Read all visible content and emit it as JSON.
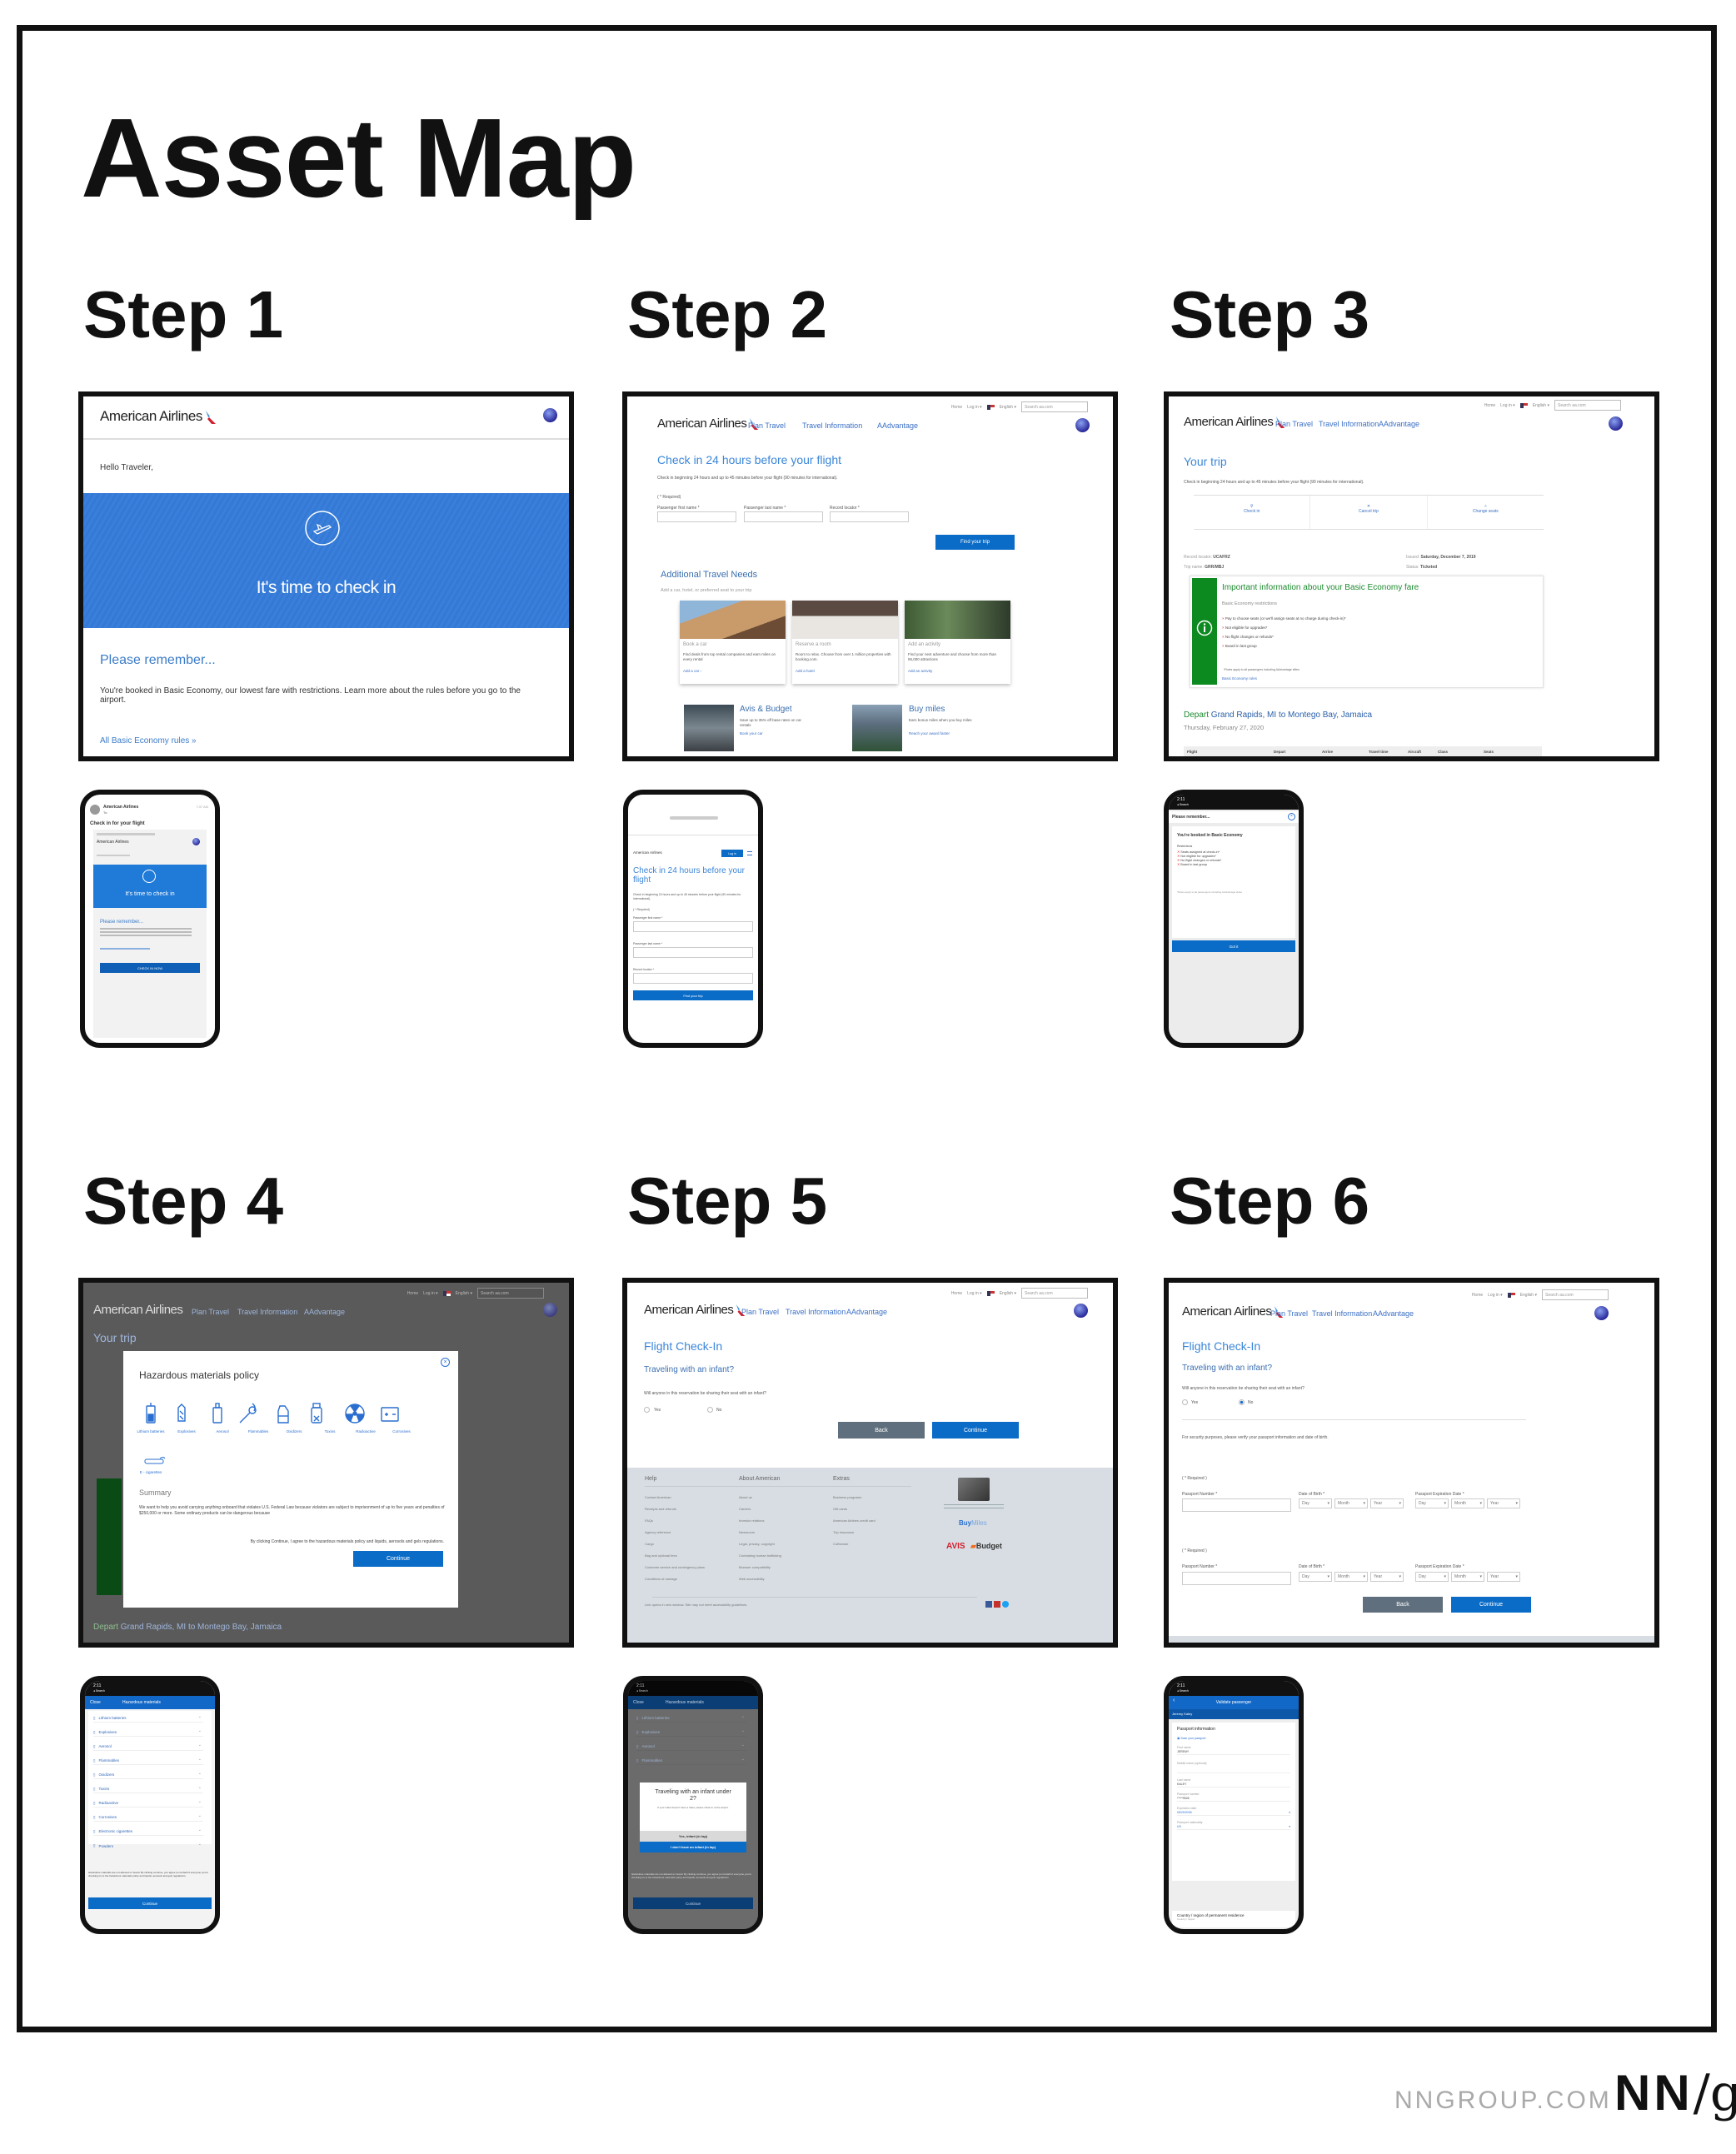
{
  "title": "Asset Map",
  "steps": [
    "Step 1",
    "Step 2",
    "Step 3",
    "Step 4",
    "Step 5",
    "Step 6"
  ],
  "aa": {
    "brand": "American Airlines",
    "nav": [
      "Plan Travel",
      "Travel Information",
      "AAdvantage"
    ],
    "util": [
      "Home",
      "Log in ▾",
      "English ▾"
    ],
    "search_placeholder": "Search aa.com"
  },
  "step1": {
    "greeting": "Hello Traveler,",
    "hero": "It's time to check in",
    "remember": "Please remember...",
    "body": "You're booked in Basic Economy, our lowest fare with restrictions. Learn more about the rules before you go to the airport.",
    "link": "All Basic Economy rules »",
    "phone": {
      "sender": "American Airlines",
      "to": "To:",
      "time": "7:37 AM",
      "subject": "Check in for your flight",
      "cta": "CHECK IN NOW"
    }
  },
  "step2": {
    "heading": "Check in 24 hours before your flight",
    "sub": "Check in beginning 24 hours and up to 45 minutes before your flight (90 minutes for international).",
    "required": "( * Required)",
    "fields": [
      "Passenger first name *",
      "Passenger last name *",
      "Record locator *"
    ],
    "find": "Find your trip",
    "needs_title": "Additional Travel Needs",
    "needs_sub": "Add a car, hotel, or preferred seat to your trip",
    "cards": [
      {
        "title": "Book a car",
        "text": "Find deals from top rental companies and earn miles on every rental",
        "link": "Add a car ›"
      },
      {
        "title": "Reserve a room",
        "text": "Room to relax. Choose from over 1 million properties with booking.com.",
        "link": "Add a hotel"
      },
      {
        "title": "Add an activity",
        "text": "Find your next adventure and choose from more than 55,000 attractions",
        "link": "Add an activity"
      }
    ],
    "promos": [
      {
        "title": "Avis & Budget",
        "text": "Save up to 35% off base rates on car rentals",
        "link": "Book your car"
      },
      {
        "title": "Buy miles",
        "text": "Earn bonus miles when you buy miles",
        "link": "Reach your award faster"
      }
    ],
    "phone": {
      "login": "Log in"
    }
  },
  "step3": {
    "heading": "Your trip",
    "sub": "Check in beginning 24 hours and up to 45 minutes before your flight (90 minutes for international).",
    "actions": [
      "Check in",
      "Cancel trip",
      "Change seats"
    ],
    "record_label": "Record locator:",
    "record": "UCAFRZ",
    "trip_label": "Trip name:",
    "trip": "GRR/MBJ",
    "issued_label": "Issued:",
    "issued": "Saturday, December 7, 2019",
    "status_label": "Status:",
    "status": "Ticketed",
    "info_title": "Important information about your Basic Economy fare",
    "info_sub": "Basic Economy restrictions",
    "restrictions": [
      "Pay to choose seats (or we'll assign seats at no charge during check-in)*",
      "Not eligible for upgrades*",
      "No flight changes or refunds*",
      "Board in last group"
    ],
    "note": "*Rules apply to all passengers including AAdvantage elites",
    "rules_link": "Basic Economy rules",
    "depart_word": "Depart",
    "route": "Grand Rapids, MI to Montego Bay, Jamaica",
    "date": "Thursday, February 27, 2020",
    "cols": [
      "Flight",
      "Depart",
      "Arrive",
      "Travel time",
      "Aircraft",
      "Class",
      "Seats"
    ],
    "phone": {
      "time": "2:11",
      "back": "◂ Search",
      "title": "Please remember...",
      "booked": "You're booked in Basic Economy",
      "restr_title": "Restrictions",
      "items": [
        "Seats assigned at check-in*",
        "Not eligible for upgrades*",
        "No flight changes or refunds*",
        "Board in last group"
      ],
      "note": "*Rules apply to all passengers including AAdvantage elites",
      "cta": "Got it"
    }
  },
  "step4": {
    "modal_title": "Hazardous materials policy",
    "icons": [
      "Lithium batteries",
      "Explosives",
      "Aerosol",
      "Flammables",
      "Oxidizers",
      "Toxins",
      "Radioactive",
      "Corrosives",
      "E - cigarettes"
    ],
    "summary": "Summary",
    "summary_text": "We want to help you avoid carrying anything onboard that violates U.S. Federal Law because violators are subject to imprisonment of up to five years and penalties of $250,000 or more. Some ordinary products can be dangerous because",
    "agree": "By clicking Continue, I agree to the hazardous materials policy and liquids, aerosols and gels regulations.",
    "continue": "Continue",
    "phone": {
      "close": "Close",
      "title": "Hazardous materials",
      "items": [
        "Lithium batteries",
        "Explosives",
        "Aerosol",
        "Flammables",
        "Oxidizers",
        "Toxins",
        "Radioactive",
        "Corrosives",
        "Electronic cigarettes",
        "Powders"
      ],
      "disclaimer": "Hazardous materials are not allowed on board. By clicking continue, you agree (on behalf of everyone you're checking in) to the hazardous materials policy and liquids, aerosols and gels regulations.",
      "cta": "Continue"
    }
  },
  "step5": {
    "heading": "Flight Check-In",
    "question_title": "Traveling with an infant?",
    "question": "Will anyone in this reservation be sharing their seat with an infant?",
    "yes": "Yes",
    "no": "No",
    "back": "Back",
    "continue": "Continue",
    "footer": {
      "cols": [
        {
          "title": "Help",
          "items": [
            "Contact American",
            "Receipts and refunds",
            "FAQs",
            "Agency reference",
            "Cargo",
            "Bag and optional fees",
            "Customer service and contingency plans",
            "Conditions of carriage"
          ]
        },
        {
          "title": "About American",
          "items": [
            "About us",
            "Careers",
            "Investor relations",
            "Newsroom",
            "Legal, privacy, copyright",
            "Combating human trafficking",
            "Browser compatibility",
            "Web accessibility"
          ]
        },
        {
          "title": "Extras",
          "items": [
            "Business programs",
            "Gift cards",
            "American Airlines credit card",
            "Trip insurance",
            "CoBrowse"
          ]
        }
      ],
      "buy_miles_a": "Buy",
      "buy_miles_b": "Miles",
      "avis": "AVIS",
      "budget": "Budget",
      "note": "Link opens in new window. Site may not meet accessibility guidelines."
    },
    "phone": {
      "modal_title": "Traveling with an infant under 2?",
      "modal_text": "If your infant doesn't have a ticket, please check in at the airport.",
      "yes": "Yes, infant (in lap)",
      "no": "I don't have an infant (in lap)"
    }
  },
  "step6": {
    "security": "For security purposes, please verify your passport information and date of birth.",
    "required": "( * Required )",
    "labels": [
      "Passport Number *",
      "Date of Birth *",
      "Passport Expiration Date *"
    ],
    "selects": [
      "Day",
      "Month",
      "Year"
    ],
    "phone": {
      "title": "Validate passenger",
      "name": "Jeremy Kaley",
      "section": "Passport information",
      "scan": "Scan your passport",
      "first_label": "First name",
      "first": "JEREMY",
      "middle_label": "Middle name (optional)",
      "last_label": "Last name",
      "last": "KALEY",
      "passport_label": "Passport number",
      "passport": "*****9526",
      "exp_label": "Expiration date",
      "exp": "05/29/2028",
      "nat_label": "Passport nationality",
      "nat": "US",
      "residence": "Country / region of permanent residence",
      "residence_sub": "Country / region"
    }
  },
  "footer": {
    "site": "NNGROUP.COM",
    "logo_a": "NN",
    "logo_b": "/g"
  }
}
